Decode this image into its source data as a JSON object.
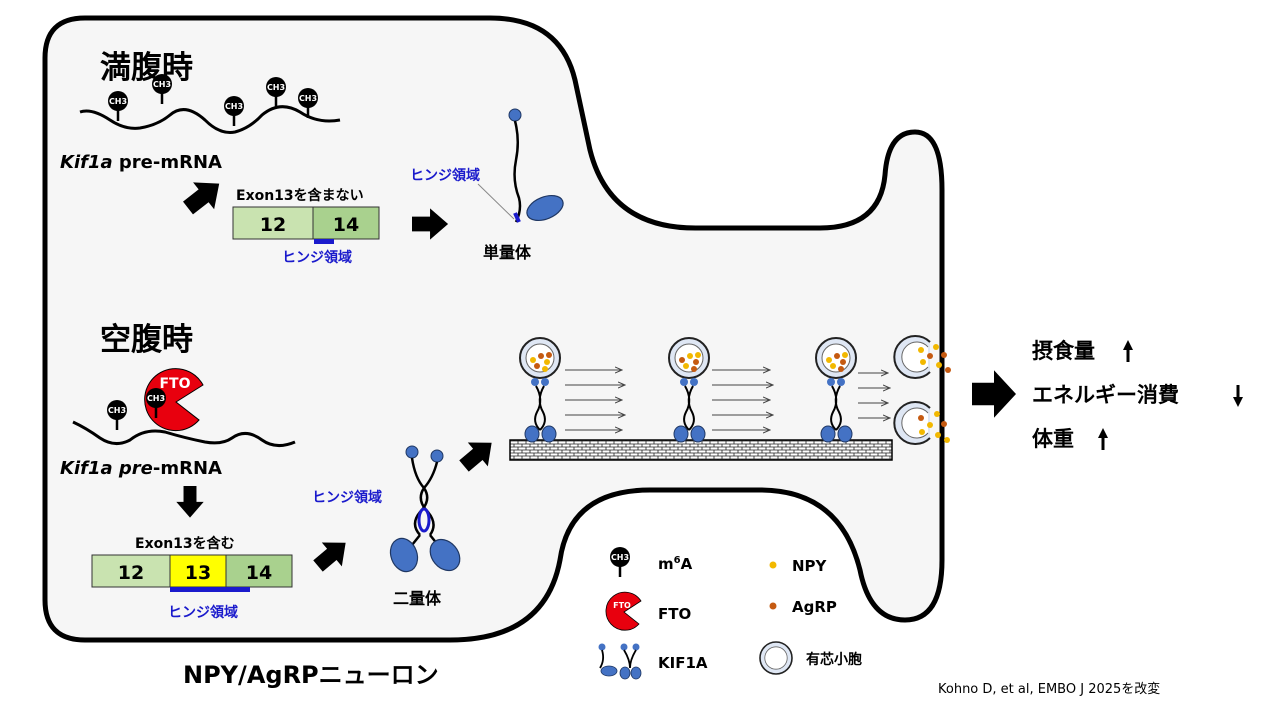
{
  "fed": {
    "title": "満腹時",
    "premrna_gene": "Kif1a",
    "premrna_rest": " pre-mRNA",
    "exon_caption": "Exon13を含まない",
    "exon_a": "12",
    "exon_b": "14",
    "hinge_label": "ヒンジ領域",
    "hinge_label_protein": "ヒンジ領域",
    "monomer": "単量体"
  },
  "fasting": {
    "title": "空腹時",
    "fto_badge": "FTO",
    "premrna_gene": "Kif1a pre",
    "premrna_rest": "-mRNA",
    "exon_caption": "Exon13を含む",
    "exon_a": "12",
    "exon_b": "13",
    "exon_c": "14",
    "hinge_label": "ヒンジ領域",
    "hinge_label_protein": "ヒンジ領域",
    "dimer": "二量体"
  },
  "methyl_label": "CH3",
  "neuron_label": "NPY/AgRPニューロン",
  "outcomes": [
    {
      "text": "摂食量",
      "arrow": "up"
    },
    {
      "text": "エネルギー消費",
      "arrow": "down"
    },
    {
      "text": "体重",
      "arrow": "up"
    }
  ],
  "legend": {
    "m6a_icon_text": "CH3",
    "m6a": "m",
    "m6a_sup": "6",
    "m6a_tail": "A",
    "fto_icon_text": "FTO",
    "fto": "FTO",
    "kif1a": "KIF1A",
    "npy": "NPY",
    "agrp": "AgRP",
    "vesicle": "有芯小胞"
  },
  "citation": "Kohno D, et al, EMBO J 2025を改変",
  "colors": {
    "cell_fill": "#f6f6f6",
    "hinge_blue": "#1a1acc",
    "exon_green": "#c9e3b0",
    "exon_green_dark": "#a9d18e",
    "exon_yellow": "#ffff00",
    "fto_red": "#e8000e",
    "kinesin_blue": "#4472c4",
    "npy_yellow": "#f2b800",
    "agrp_brown": "#c55a11"
  }
}
